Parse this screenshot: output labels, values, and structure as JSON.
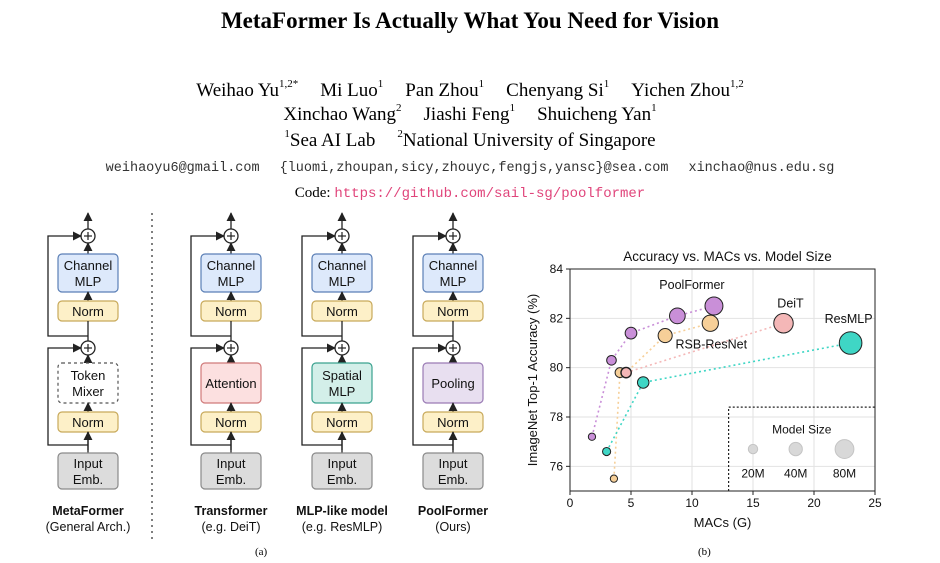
{
  "paper": {
    "title": "MetaFormer Is Actually What You Need for Vision",
    "authors_line1": [
      {
        "name": "Weihao Yu",
        "sup": "1,2*"
      },
      {
        "name": "Mi Luo",
        "sup": "1"
      },
      {
        "name": "Pan Zhou",
        "sup": "1"
      },
      {
        "name": "Chenyang Si",
        "sup": "1"
      },
      {
        "name": "Yichen Zhou",
        "sup": "1,2"
      }
    ],
    "authors_line2": [
      {
        "name": "Xinchao Wang",
        "sup": "2"
      },
      {
        "name": "Jiashi Feng",
        "sup": "1"
      },
      {
        "name": "Shuicheng Yan",
        "sup": "1"
      }
    ],
    "affiliations": [
      {
        "sup": "1",
        "name": "Sea AI Lab"
      },
      {
        "sup": "2",
        "name": "National University of Singapore"
      }
    ],
    "emails": [
      "weihaoyu6@gmail.com",
      "{luomi,zhoupan,sicy,zhouyc,fengjs,yansc}@sea.com",
      "xinchao@nus.edu.sg"
    ],
    "code_label": "Code:",
    "code_url": "https://github.com/sail-sg/poolformer"
  },
  "figure_a": {
    "caption": "(a)",
    "columns": [
      {
        "name": "MetaFormer",
        "sub": "(General Arch.)",
        "mixer": "Token Mixer",
        "mixer_style": "dashed",
        "mixer_color": "#ffffff"
      },
      {
        "name": "Transformer",
        "sub": "(e.g. DeiT)",
        "mixer": "Attention",
        "mixer_style": "solid",
        "mixer_color": "#fce0e0"
      },
      {
        "name": "MLP-like model",
        "sub": "(e.g. ResMLP)",
        "mixer": "Spatial MLP",
        "mixer_style": "solid",
        "mixer_color": "#d3efe9"
      },
      {
        "name": "PoolFormer",
        "sub": "(Ours)",
        "mixer": "Pooling",
        "mixer_style": "solid",
        "mixer_color": "#e8dff0"
      }
    ],
    "channel_mlp": "Channel MLP",
    "norm": "Norm",
    "input": "Input Emb.",
    "colors": {
      "channel_mlp": "#dde9fb",
      "norm": "#fdf0c8",
      "input": "#dcdcdc"
    }
  },
  "chart_data": {
    "type": "scatter",
    "title": "Accuracy vs. MACs vs. Model Size",
    "xlabel": "MACs (G)",
    "ylabel": "ImageNet Top-1 Accuracy (%)",
    "xlim": [
      0,
      25
    ],
    "ylim": [
      75,
      84
    ],
    "xticks": [
      0,
      5,
      10,
      15,
      20,
      25
    ],
    "yticks": [
      76,
      78,
      80,
      82,
      84
    ],
    "grid": true,
    "caption": "(b)",
    "series": [
      {
        "name": "PoolFormer",
        "color": "#c98fd8",
        "connected": true,
        "points": [
          {
            "x": 1.8,
            "y": 77.2,
            "size": 12
          },
          {
            "x": 3.4,
            "y": 80.3,
            "size": 21
          },
          {
            "x": 5.0,
            "y": 81.4,
            "size": 31
          },
          {
            "x": 8.8,
            "y": 82.1,
            "size": 56
          },
          {
            "x": 11.8,
            "y": 82.5,
            "size": 73
          }
        ]
      },
      {
        "name": "RSB-ResNet",
        "color": "#f6cf98",
        "connected": true,
        "points": [
          {
            "x": 3.6,
            "y": 75.5,
            "size": 12
          },
          {
            "x": 4.1,
            "y": 79.8,
            "size": 22
          },
          {
            "x": 4.6,
            "y": 79.8,
            "size": 26
          },
          {
            "x": 7.8,
            "y": 81.3,
            "size": 45
          },
          {
            "x": 11.5,
            "y": 81.8,
            "size": 60
          }
        ]
      },
      {
        "name": "DeiT",
        "color": "#f4b7b7",
        "connected": true,
        "points": [
          {
            "x": 4.6,
            "y": 79.8,
            "size": 22
          },
          {
            "x": 17.5,
            "y": 81.8,
            "size": 86
          }
        ]
      },
      {
        "name": "ResMLP",
        "color": "#3fd6c5",
        "connected": true,
        "points": [
          {
            "x": 3.0,
            "y": 76.6,
            "size": 15
          },
          {
            "x": 6.0,
            "y": 79.4,
            "size": 30
          },
          {
            "x": 23.0,
            "y": 81.0,
            "size": 116
          }
        ]
      }
    ],
    "annotations": [
      {
        "text": "PoolFormer",
        "series": "PoolFormer"
      },
      {
        "text": "DeiT",
        "series": "DeiT"
      },
      {
        "text": "RSB-ResNet",
        "series": "RSB-ResNet"
      },
      {
        "text": "ResMLP",
        "series": "ResMLP"
      }
    ],
    "size_legend": {
      "title": "Model Size",
      "placement": "bottom-right",
      "items": [
        {
          "label": "20M",
          "size": 20
        },
        {
          "label": "40M",
          "size": 40
        },
        {
          "label": "80M",
          "size": 80
        }
      ]
    }
  }
}
